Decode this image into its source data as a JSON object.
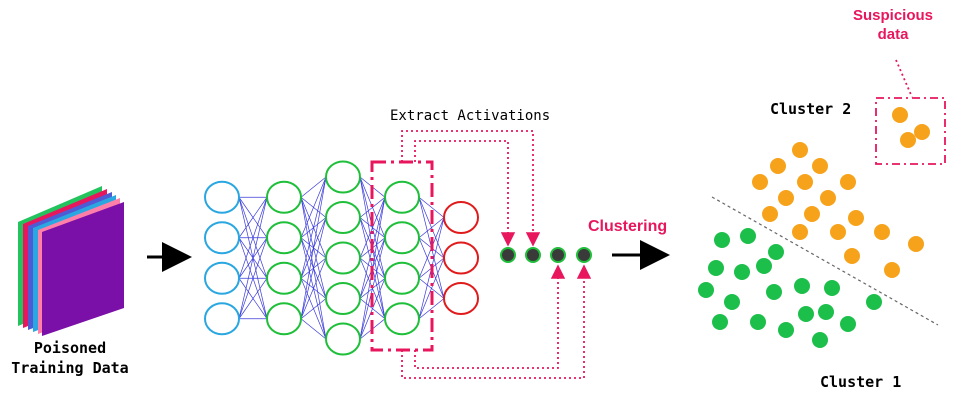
{
  "labels": {
    "poisoned_line1": "Poisoned",
    "poisoned_line2": "Training Data",
    "extract": "Extract Activations",
    "clustering": "Clustering",
    "cluster2": "Cluster 2",
    "cluster1": "Cluster 1",
    "suspicious_line1": "Suspicious",
    "suspicious_line2": "data"
  },
  "colors": {
    "input_layer": "#2aa7e0",
    "hidden_layer": "#1fbf3a",
    "output_layer": "#e01b1b",
    "edges": "#3b3bdb",
    "highlight": "#e8175d",
    "cluster1_point": "#1dbf4b",
    "cluster2_point": "#f7a21b",
    "activation_node": "#3a3a3a",
    "stack_layers": [
      "#23c45e",
      "#e8175d",
      "#4f5bd5",
      "#2aa7e0",
      "#ff7fa8",
      "#7a10a8"
    ]
  },
  "network": {
    "layer_sizes": [
      4,
      4,
      5,
      4,
      3
    ],
    "layer_kinds": [
      "input",
      "hidden",
      "hidden",
      "hidden",
      "output"
    ],
    "highlighted_layer": 3
  },
  "activation_nodes": 4
}
